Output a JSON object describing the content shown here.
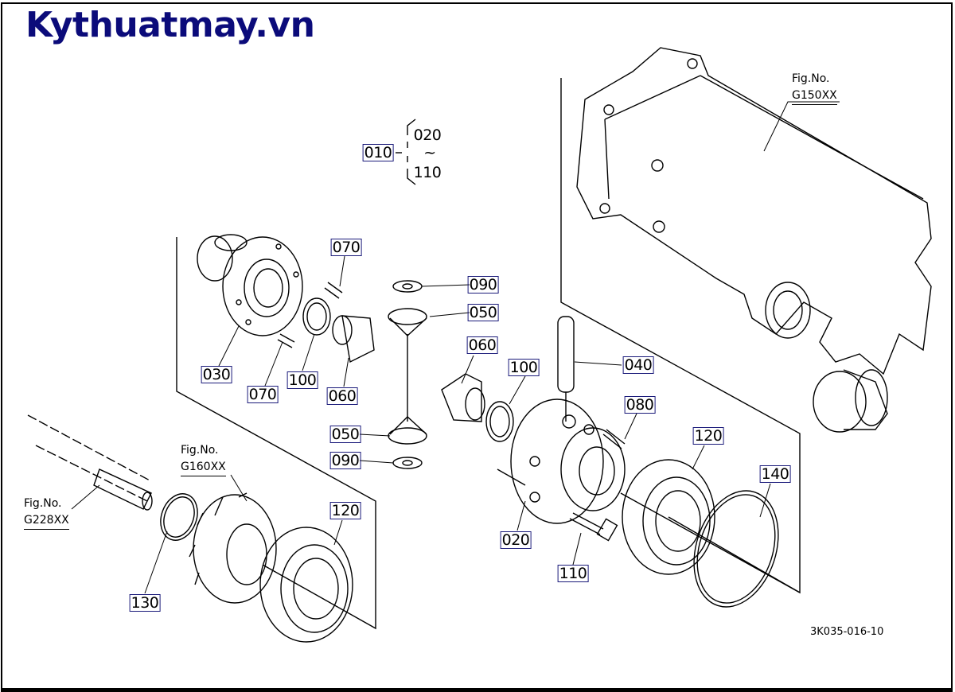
{
  "logo": "Kythuatmay.vn",
  "assembly": {
    "label": "010",
    "range_start": "020",
    "range_sep": "~",
    "range_end": "110"
  },
  "callouts": [
    {
      "id": "070a",
      "label": "070"
    },
    {
      "id": "090a",
      "label": "090"
    },
    {
      "id": "050a",
      "label": "050"
    },
    {
      "id": "060a",
      "label": "060"
    },
    {
      "id": "100a",
      "label": "100"
    },
    {
      "id": "040",
      "label": "040"
    },
    {
      "id": "080",
      "label": "080"
    },
    {
      "id": "120a",
      "label": "120"
    },
    {
      "id": "140",
      "label": "140"
    },
    {
      "id": "030",
      "label": "030"
    },
    {
      "id": "070b",
      "label": "070"
    },
    {
      "id": "100b",
      "label": "100"
    },
    {
      "id": "060b",
      "label": "060"
    },
    {
      "id": "050b",
      "label": "050"
    },
    {
      "id": "090b",
      "label": "090"
    },
    {
      "id": "020",
      "label": "020"
    },
    {
      "id": "110",
      "label": "110"
    },
    {
      "id": "120b",
      "label": "120"
    },
    {
      "id": "130",
      "label": "130"
    }
  ],
  "figure_refs": [
    {
      "title": "Fig.No.",
      "number": "G150XX"
    },
    {
      "title": "Fig.No.",
      "number": "G160XX"
    },
    {
      "title": "Fig.No.",
      "number": "G228XX"
    }
  ],
  "drawing_code": "3K035-016-10",
  "colors": {
    "logo": "#0b0b7a",
    "callout_box": "#1a1a7a",
    "line": "#000000"
  }
}
